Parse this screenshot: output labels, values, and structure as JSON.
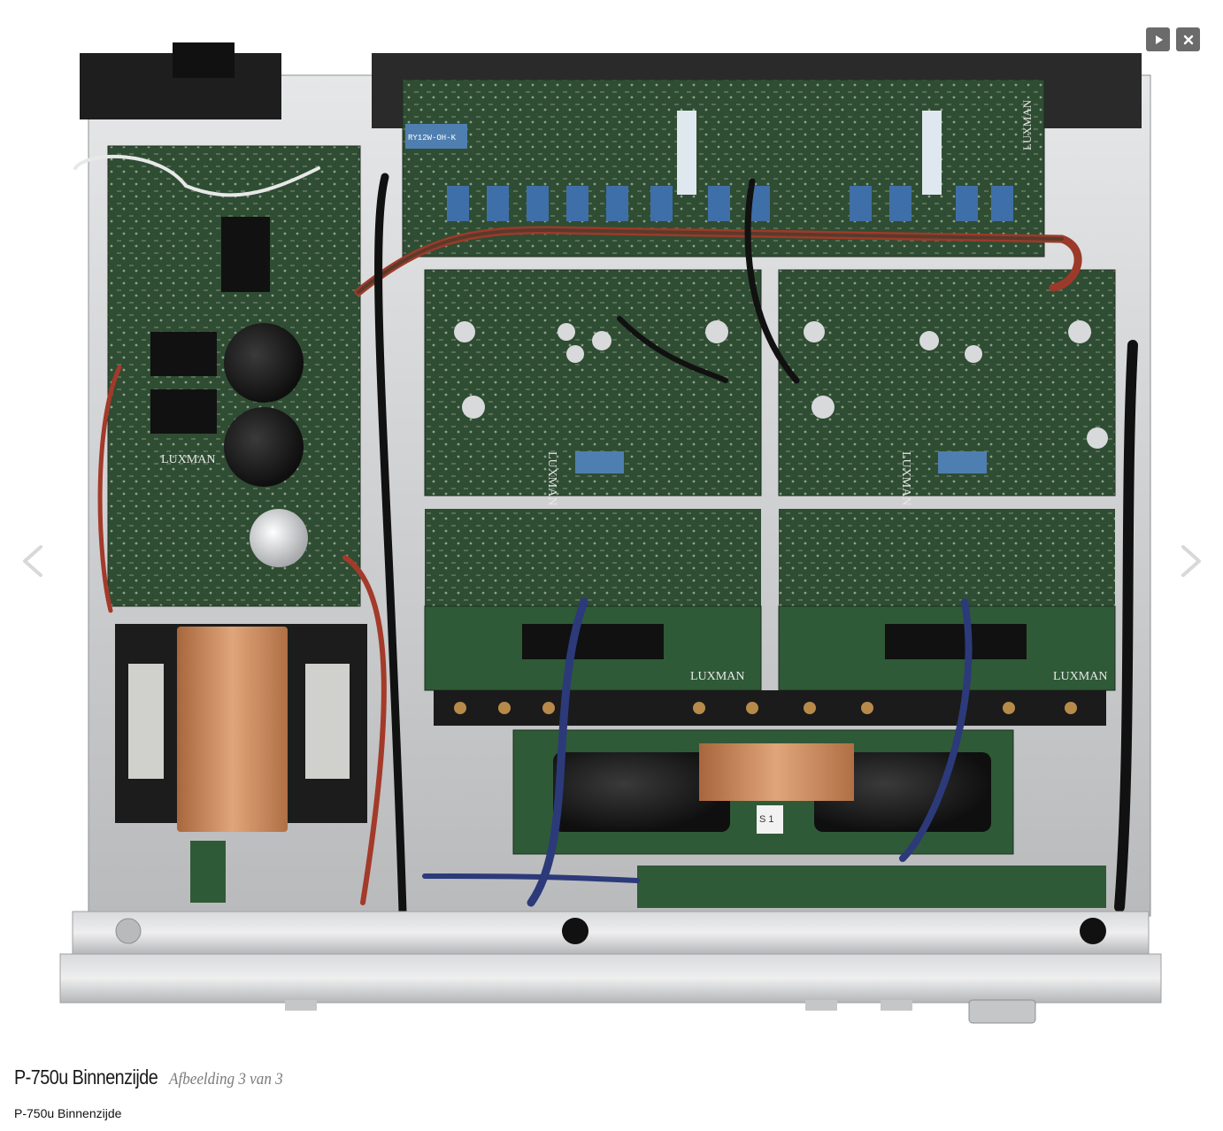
{
  "viewer": {
    "controls": {
      "play_icon": "play-icon",
      "close_icon": "close-icon"
    },
    "nav": {
      "prev_icon": "chevron-left-icon",
      "next_icon": "chevron-right-icon"
    }
  },
  "photo": {
    "labels": {
      "luxman_psu": "LUXMAN",
      "luxman_board_1": "LUXMAN",
      "luxman_board_2": "LUXMAN",
      "luxman_out_1": "LUXMAN",
      "luxman_out_2": "LUXMAN",
      "luxman_input": "LUXMAN",
      "relay_text": "RY12W-OH-K",
      "switch_label": "S 1"
    }
  },
  "caption": {
    "title": "P-750u Binnenzijde",
    "counter": "Afbeelding 3 van 3"
  },
  "description": "P-750u Binnenzijde",
  "colors": {
    "pcb_green": "#2f4d33",
    "chassis_silver": "#c8c9cb",
    "copper": "#c98a5e",
    "control_gray": "#6b6b6b"
  }
}
